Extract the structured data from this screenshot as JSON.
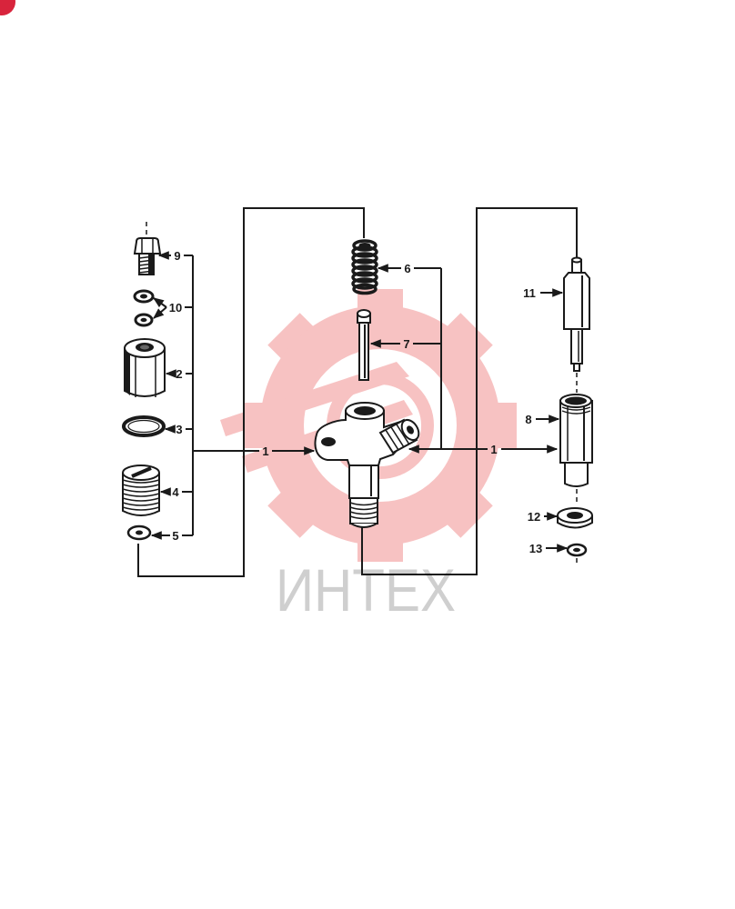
{
  "badge": {
    "color": "#d8243c"
  },
  "watermark": {
    "text": "ИНТЕХ",
    "gear_color": "#f29a9a",
    "text_color": "#cfcfcf"
  },
  "ink_color": "#1a1a1a",
  "callouts": [
    "9",
    "10",
    "2",
    "3",
    "4",
    "5",
    "1",
    "6",
    "7",
    "1",
    "11",
    "8",
    "12",
    "13"
  ]
}
